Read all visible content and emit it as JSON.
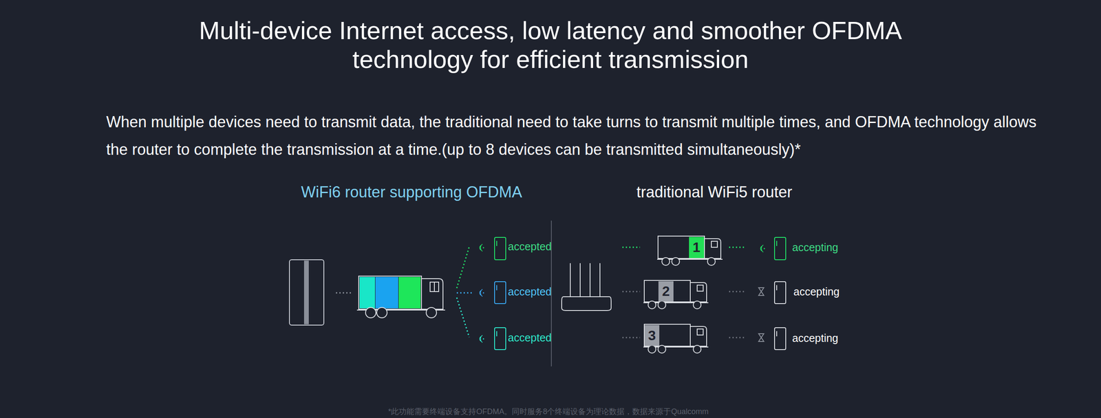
{
  "diagram": {
    "title": "Multi-device Internet access, low latency and smoother OFDMA technology for efficient transmission",
    "nodes": [
      {
        "text": [
          "1"
        ]
      },
      {
        "text": [
          "2"
        ]
      },
      {
        "text": [
          "3"
        ]
      }
    ],
    "labels": [
      "When multiple devices need to transmit data, the traditional need to take turns to transmit multiple times, and OFDMA technology allows the router to complete the transmission at a time.(up to 8 devices can be transmitted simultaneously)*",
      "WiFi6 router supporting OFDMA",
      "traditional WiFi5 router",
      "accepted",
      "accepted",
      "accepted",
      "accepting",
      "accepting",
      "accepting",
      "*此功能需要终端设备支持OFDMA。同时服务8个终端设备为理论数据，数据来源于Qualcomm"
    ]
  }
}
